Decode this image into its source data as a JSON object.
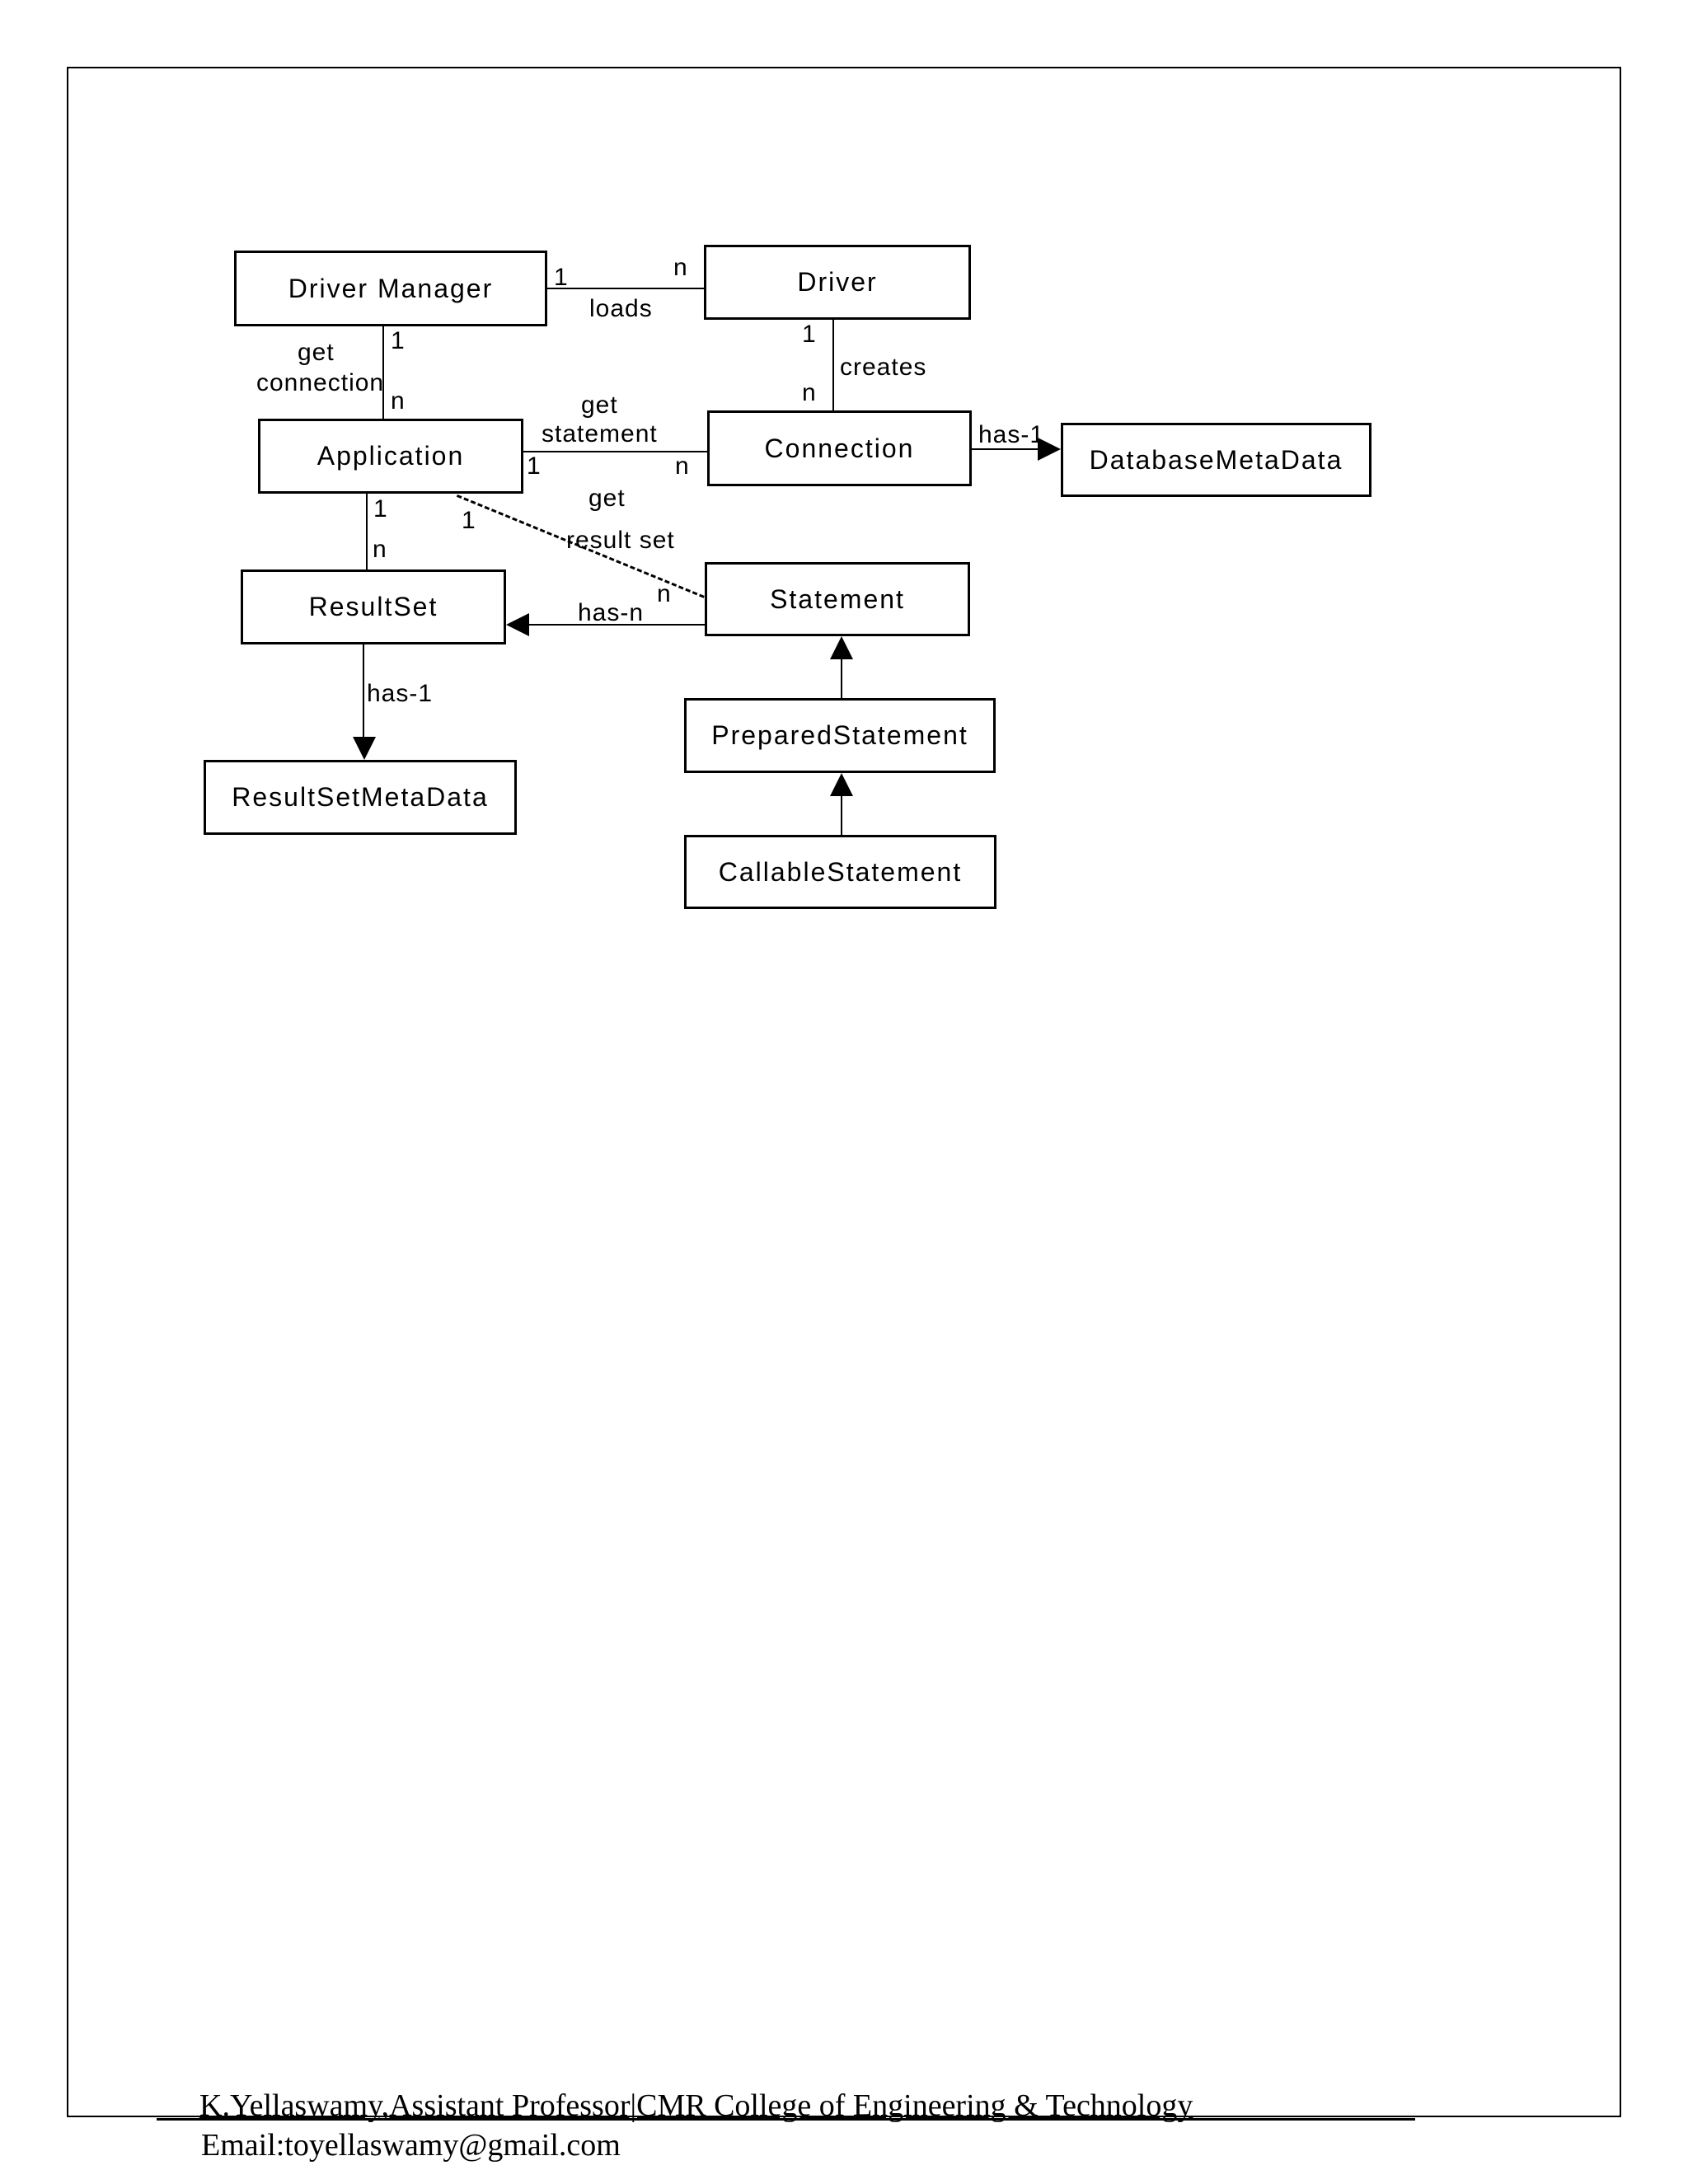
{
  "page": {
    "background": "#ffffff",
    "ink_color": "#000000"
  },
  "classes": [
    {
      "label": "Driver Manager"
    },
    {
      "label": "Driver"
    },
    {
      "label": "Application"
    },
    {
      "label": "Connection"
    },
    {
      "label": "DatabaseMetaData"
    },
    {
      "label": "ResultSet"
    },
    {
      "label": "Statement"
    },
    {
      "label": "ResultSetMetaData"
    },
    {
      "label": "PreparedStatement"
    },
    {
      "label": "CallableStatement"
    }
  ],
  "labels": {
    "loads_left_mult": "1",
    "loads_right_mult": "n",
    "loads_verb": "loads",
    "get_connection_top_mult": "1",
    "get_connection_line1": "get",
    "get_connection_line2": "connection",
    "get_connection_bottom_mult": "n",
    "creates_top_mult": "1",
    "creates_verb": "creates",
    "creates_bottom_mult": "n",
    "get_statement_line1": "get",
    "get_statement_line2": "statement",
    "get_statement_left_mult": "1",
    "get_statement_right_mult": "n",
    "has_1_dbmd": "has-1",
    "app_resultset_top_mult": "1",
    "app_resultset_bottom_mult": "n",
    "get_result_set_line1": "get",
    "get_result_set_line2": "result set",
    "get_result_set_start_mult": "1",
    "get_result_set_end_mult": "n",
    "has_n": "has-n",
    "has_1_rsmd": "has-1"
  },
  "footer": {
    "line1": "K.Yellaswamy,Assistant Professor|CMR College of Engineering & Technology",
    "line2": "Email:toyellaswamy@gmail.com"
  }
}
